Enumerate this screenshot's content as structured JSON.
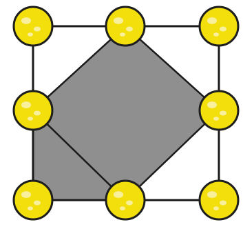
{
  "diagram": {
    "colors": {
      "background": "#ffffff",
      "line": "#1a1a1a",
      "fill": "#8f8f8f",
      "atom": "#f2df0c",
      "atom_highlight": "#fbf6cf",
      "atom_outline": "#1e1e1e"
    },
    "atoms": [
      {
        "id": "corner-top-left"
      },
      {
        "id": "edge-top-middle"
      },
      {
        "id": "corner-top-right"
      },
      {
        "id": "edge-left-middle"
      },
      {
        "id": "edge-right-middle"
      },
      {
        "id": "corner-bottom-left"
      },
      {
        "id": "edge-bottom-middle"
      },
      {
        "id": "corner-bottom-right"
      }
    ]
  }
}
